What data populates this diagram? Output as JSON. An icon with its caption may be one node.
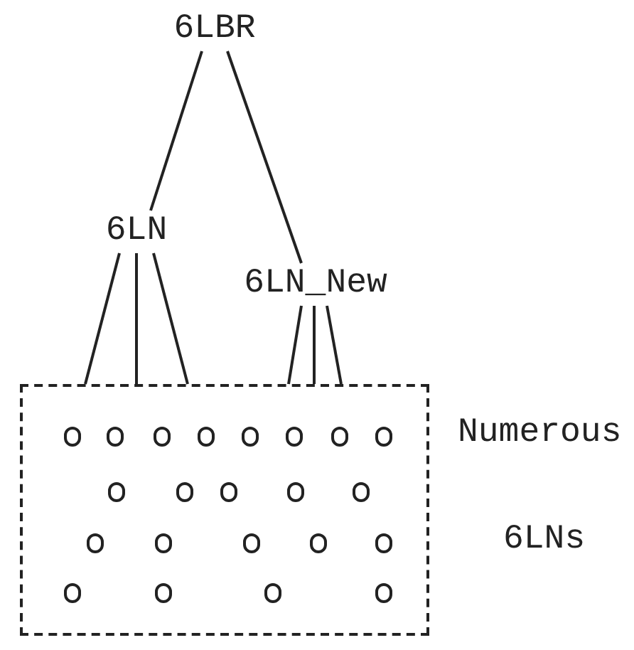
{
  "diagram": {
    "nodes": [
      {
        "text": [
          "6LBR"
        ]
      },
      {
        "text": [
          "6LN"
        ]
      },
      {
        "text": [
          "6LN_New"
        ]
      },
      {
        "text": [],
        "shape": "box",
        "beside": [
          "Numerous",
          "6LNs"
        ]
      },
      {
        "text": [],
        "shape": "circle",
        "in": 3
      },
      {
        "text": [],
        "shape": "circle",
        "in": 3
      },
      {
        "text": [],
        "shape": "circle",
        "in": 3
      },
      {
        "text": [],
        "shape": "circle",
        "in": 3
      },
      {
        "text": [],
        "shape": "circle",
        "in": 3
      },
      {
        "text": [],
        "shape": "circle",
        "in": 3
      },
      {
        "text": [],
        "shape": "circle",
        "in": 3
      },
      {
        "text": [],
        "shape": "circle",
        "in": 3
      },
      {
        "text": [],
        "shape": "circle",
        "in": 3
      },
      {
        "text": [],
        "shape": "circle",
        "in": 3
      },
      {
        "text": [],
        "shape": "circle",
        "in": 3
      },
      {
        "text": [],
        "shape": "circle",
        "in": 3
      },
      {
        "text": [],
        "shape": "circle",
        "in": 3
      },
      {
        "text": [],
        "shape": "circle",
        "in": 3
      },
      {
        "text": [],
        "shape": "circle",
        "in": 3
      },
      {
        "text": [],
        "shape": "circle",
        "in": 3
      },
      {
        "text": [],
        "shape": "circle",
        "in": 3
      },
      {
        "text": [],
        "shape": "circle",
        "in": 3
      },
      {
        "text": [],
        "shape": "circle",
        "in": 3
      },
      {
        "text": [],
        "shape": "circle",
        "in": 3
      },
      {
        "text": [],
        "shape": "circle",
        "in": 3
      },
      {
        "text": [],
        "shape": "circle",
        "in": 3
      }
    ],
    "edges": [
      {
        "from": 0,
        "to": 1,
        "arrow": "none"
      },
      {
        "from": 0,
        "to": 2,
        "arrow": "none"
      },
      {
        "from": 1,
        "to": 3,
        "arrow": "none"
      },
      {
        "from": 1,
        "to": 3,
        "arrow": "none"
      },
      {
        "from": 1,
        "to": 3,
        "arrow": "none"
      },
      {
        "from": 2,
        "to": 3,
        "arrow": "none"
      },
      {
        "from": 2,
        "to": 3,
        "arrow": "none"
      },
      {
        "from": 2,
        "to": 3,
        "arrow": "none"
      }
    ]
  }
}
